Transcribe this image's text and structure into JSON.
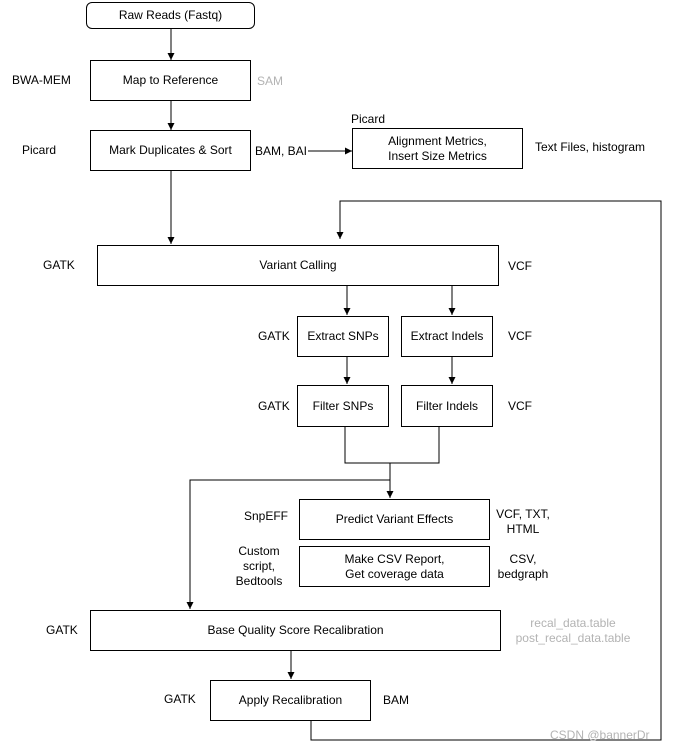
{
  "nodes": {
    "raw_reads": "Raw Reads (Fastq)",
    "map_reference": "Map to Reference",
    "mark_duplicates": "Mark Duplicates & Sort",
    "alignment_metrics": "Alignment Metrics,\nInsert Size Metrics",
    "variant_calling": "Variant Calling",
    "extract_snps": "Extract SNPs",
    "extract_indels": "Extract Indels",
    "filter_snps": "Filter SNPs",
    "filter_indels": "Filter Indels",
    "predict_effects": "Predict Variant Effects",
    "csv_report": "Make CSV Report,\nGet coverage data",
    "bqsr": "Base Quality Score Recalibration",
    "apply_recal": "Apply Recalibration"
  },
  "tools": {
    "bwa_mem": "BWA-MEM",
    "picard_dup": "Picard",
    "picard_metrics": "Picard",
    "gatk_calling": "GATK",
    "gatk_extract": "GATK",
    "gatk_filter": "GATK",
    "snpeff": "SnpEFF",
    "custom": "Custom\nscript,\nBedtools",
    "gatk_bqsr": "GATK",
    "gatk_apply": "GATK"
  },
  "outputs": {
    "sam": "SAM",
    "bam_bai": "BAM, BAI",
    "text_files": "Text Files, histogram",
    "vcf_calling": "VCF",
    "vcf_extract": "VCF",
    "vcf_filter": "VCF",
    "vcf_txt_html": "VCF, TXT,\nHTML",
    "csv_bedgraph": "CSV,\nbedgraph",
    "recal_tables": "recal_data.table\npost_recal_data.table",
    "bam": "BAM"
  },
  "watermark": "CSDN @bannerDr",
  "colors": {
    "line": "#000000",
    "muted": "#b3b3b3"
  }
}
